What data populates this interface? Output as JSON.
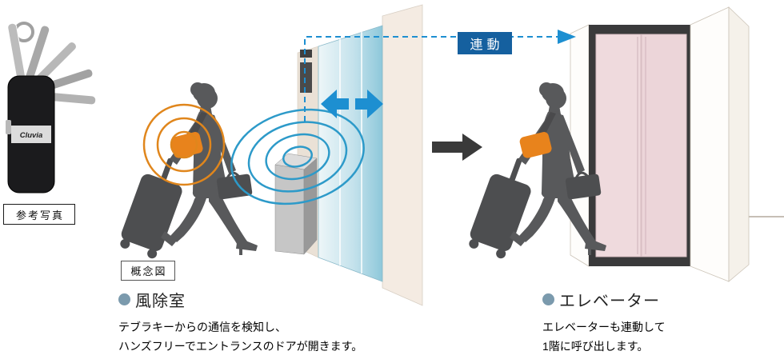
{
  "colors": {
    "wave_orange": "#e0861c",
    "wave_blue": "#2d9ac9",
    "accent_blue": "#1d8fd1",
    "link_badge_bg": "#15609f",
    "bullet_blue_gray": "#7b9aad",
    "elevator_door_pink": "#eed8db",
    "silhouette_gray": "#58595b"
  },
  "reference_photo": {
    "label": "参考写真",
    "device_brand": "Cluvia"
  },
  "concept_diagram": {
    "label": "概念図"
  },
  "link_arrow": {
    "label": "連動"
  },
  "sections": {
    "vestibule": {
      "title": "風除室",
      "description_line1": "テブラキーからの通信を検知し、",
      "description_line2": "ハンズフリーでエントランスのドアが開きます。"
    },
    "elevator": {
      "title": "エレベーター",
      "description_line1": "エレベーターも連動して",
      "description_line2": "1階に呼び出します。"
    }
  }
}
